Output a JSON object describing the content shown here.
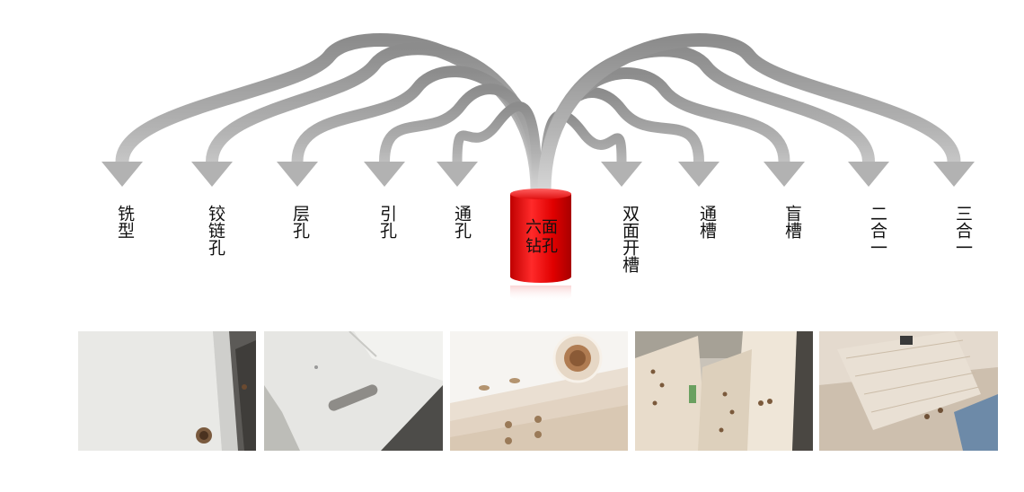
{
  "center": {
    "label_line1": "六面",
    "label_line2": "钻孔",
    "color": "#e01010"
  },
  "left_items": [
    {
      "label": "铣型"
    },
    {
      "label": "铰链孔"
    },
    {
      "label": "层孔"
    },
    {
      "label": "引孔"
    },
    {
      "label": "通孔"
    }
  ],
  "right_items": [
    {
      "label": "双面开槽"
    },
    {
      "label": "通槽"
    },
    {
      "label": "盲槽"
    },
    {
      "label": "二合一"
    },
    {
      "label": "三合一"
    }
  ],
  "arrow_color": "#a8a8a8",
  "photos": [
    {
      "name": "photo-white-panel-hole"
    },
    {
      "name": "photo-panel-slot"
    },
    {
      "name": "photo-drilled-edge"
    },
    {
      "name": "photo-stacked-boards"
    },
    {
      "name": "photo-woodgrain-panels"
    }
  ]
}
